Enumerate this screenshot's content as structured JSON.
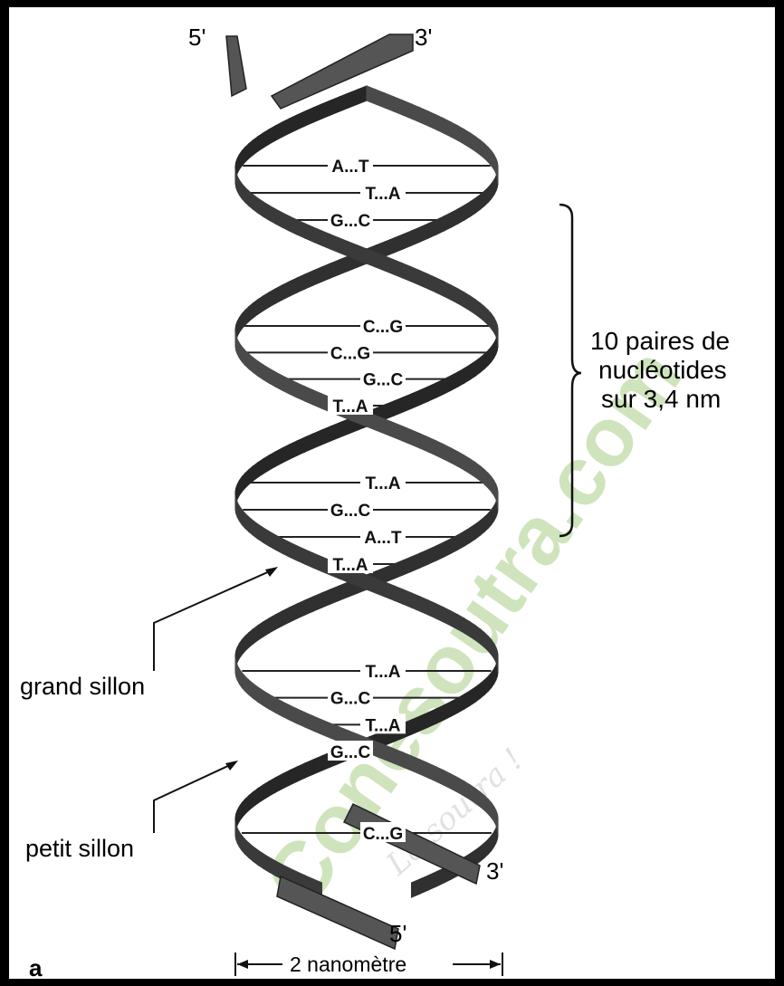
{
  "labels": {
    "top_5": "5'",
    "top_3": "3'",
    "bottom_3": "3'",
    "bottom_5": "5'",
    "bracket_line1": "10 paires de",
    "bracket_line2": "nucléotides",
    "bracket_line3": "sur 3,4 nm",
    "grand_sillon": "grand sillon",
    "petit_sillon": "petit sillon",
    "width_label": "2 nanomètre",
    "panel_letter": "a"
  },
  "base_pairs": [
    "A...T",
    "T...A",
    "G...C",
    "C...G",
    "C...G",
    "G...C",
    "T...A",
    "T...A",
    "G...C",
    "A...T",
    "T...A",
    "T...A",
    "G...C",
    "T...A",
    "G...C",
    "C...G"
  ],
  "watermark": {
    "brand": "Conesoutra.com",
    "tagline": "La soutra !"
  },
  "colors": {
    "strand_dark": "#2b2b2b",
    "strand_mid": "#6a6a6a",
    "background": "#ffffff",
    "watermark": "#9bc27a"
  }
}
